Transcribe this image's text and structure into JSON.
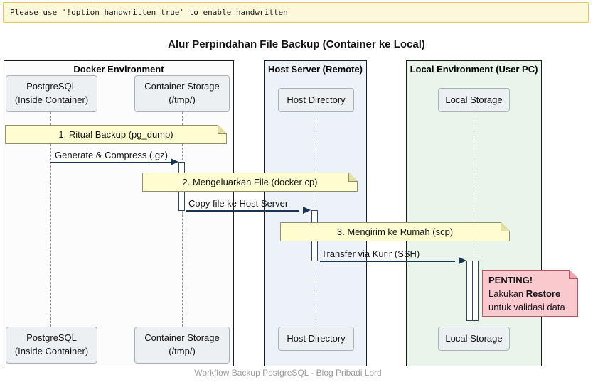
{
  "banner": {
    "text": "Please use '!option handwritten true' to enable handwritten"
  },
  "title": "Alur Perpindahan File Backup (Container ke Local)",
  "footer": "Workflow Backup PostgreSQL - Blog Pribadi Lord",
  "environments": [
    {
      "label": "Docker Environment"
    },
    {
      "label": "Host Server (Remote)"
    },
    {
      "label": "Local Environment (User PC)"
    }
  ],
  "participants": {
    "postgresql": {
      "line1": "PostgreSQL",
      "line2": "(Inside Container)"
    },
    "container_storage": {
      "line1": "Container Storage",
      "line2": "(/tmp/)"
    },
    "host_directory": {
      "label": "Host Directory"
    },
    "local_storage": {
      "label": "Local Storage"
    }
  },
  "notes": [
    {
      "text": "1. Ritual Backup (pg_dump)"
    },
    {
      "text": "2. Mengeluarkan File (docker cp)"
    },
    {
      "text": "3. Mengirim ke Rumah (scp)"
    }
  ],
  "messages": [
    {
      "label": "Generate & Compress (.gz)"
    },
    {
      "label": "Copy file ke Host Server"
    },
    {
      "label": "Transfer via Kurir (SSH)"
    }
  ],
  "warning_note": {
    "line1": "PENTING!",
    "line2_prefix": "Lakukan ",
    "line2_bold": "Restore",
    "line3": "untuk validasi data"
  },
  "colors": {
    "banner_bg": "#FEF8DA",
    "banner_border": "#EDC35E",
    "docker_env_bg": "#FCFCFC",
    "host_env_bg": "#EDF1F8",
    "local_env_bg": "#E9F4EB",
    "participant_bg": "#EDF0F3",
    "participant_border": "#A9B2BA",
    "note_bg": "#FDFDD0",
    "note_border": "#90906E",
    "warning_bg": "#F9C9CD",
    "warning_border": "#B8565E",
    "arrow": "#1B344F",
    "lifeline": "#8C8C8C"
  }
}
